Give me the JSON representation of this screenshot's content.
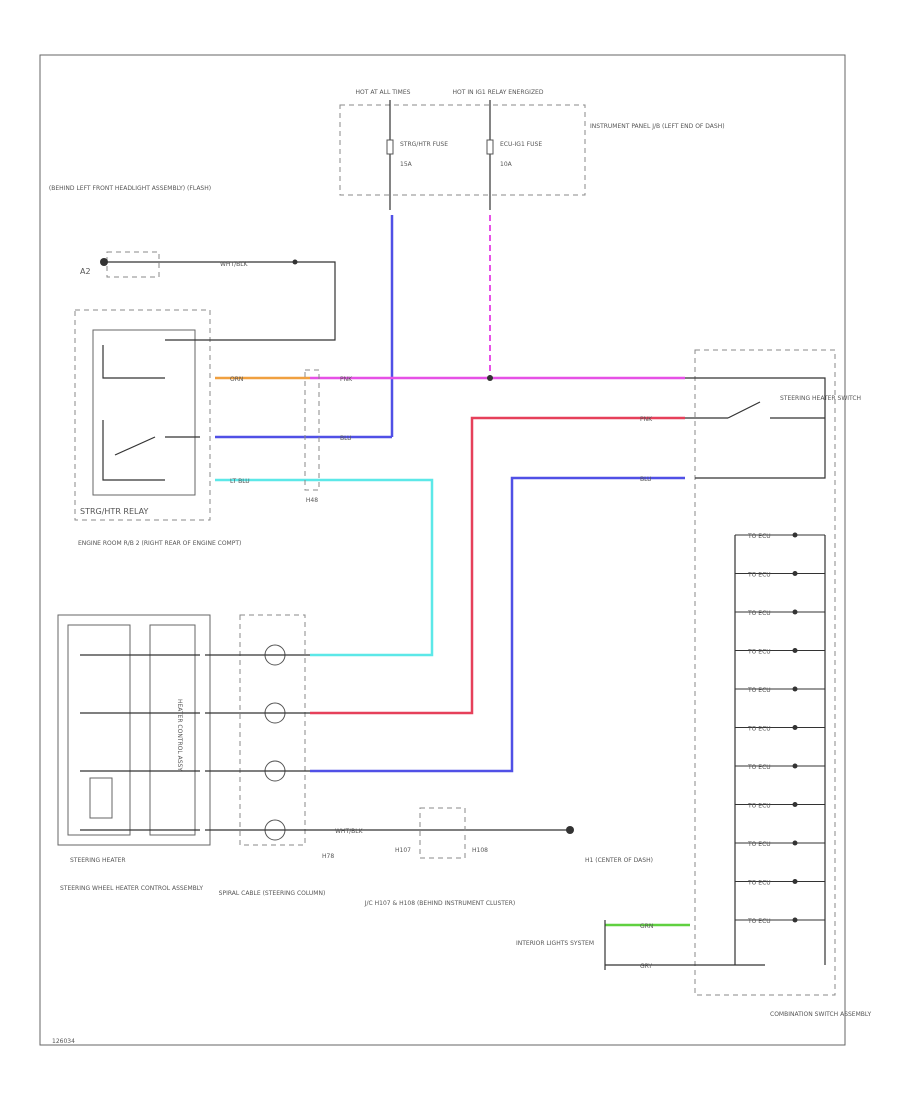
{
  "colors": {
    "blue": "#5050e6",
    "magenta": "#e651e6",
    "orange": "#f0a040",
    "red": "#e6405a",
    "cyan": "#5ce8e8",
    "green": "#60d040",
    "black": "#333333"
  },
  "labels": {
    "hot_at_all_times": "HOT AT ALL TIMES",
    "hot_relay_energized": "HOT IN IG1 RELAY ENERGIZED",
    "fuse_left_name": "STRG/HTR FUSE",
    "fuse_left_rating": "15A",
    "fuse_right_name": "ECU-IG1 FUSE",
    "fuse_right_rating": "10A",
    "ip_jb": "INSTRUMENT PANEL J/B (LEFT END OF DASH)",
    "ground_a2_desc": "(BEHIND LEFT FRONT HEADLIGHT ASSEMBLY) (FLASH)",
    "ground_a2_id": "A2",
    "relay_name": "STRG/HTR RELAY",
    "relay_location": "ENGINE ROOM R/B 2 (RIGHT REAR OF ENGINE COMPT)",
    "connector_h48": "H48",
    "steering_heater": "STEERING HEATER",
    "heater_control": "STEERING WHEEL HEATER CONTROL ASSEMBLY",
    "heater_control_vertical": "HEATER CONTROL ASSY",
    "spiral_cable": "SPIRAL CABLE (STEERING COLUMN)",
    "h78": "H78",
    "h107": "H107",
    "h108": "H108",
    "junction": "J/C H107 & H108 (BEHIND INSTRUMENT CLUSTER)",
    "ground_h1": "H1 (CENTER OF DASH)",
    "steering_switch": "STEERING HEATER SWITCH",
    "interior_lights": "INTERIOR LIGHTS SYSTEM",
    "combo_switch": "COMBINATION SWITCH ASSEMBLY",
    "footer_code": "126034"
  },
  "wire_labels": {
    "wht_blk": "WHT/BLK",
    "orn": "ORN",
    "pnk": "PNK",
    "blu": "BLU",
    "lt_blu": "LT BLU",
    "grn": "GRN",
    "gry": "GRY"
  },
  "ladder_label": "TO ECU",
  "ladder_count": 11
}
